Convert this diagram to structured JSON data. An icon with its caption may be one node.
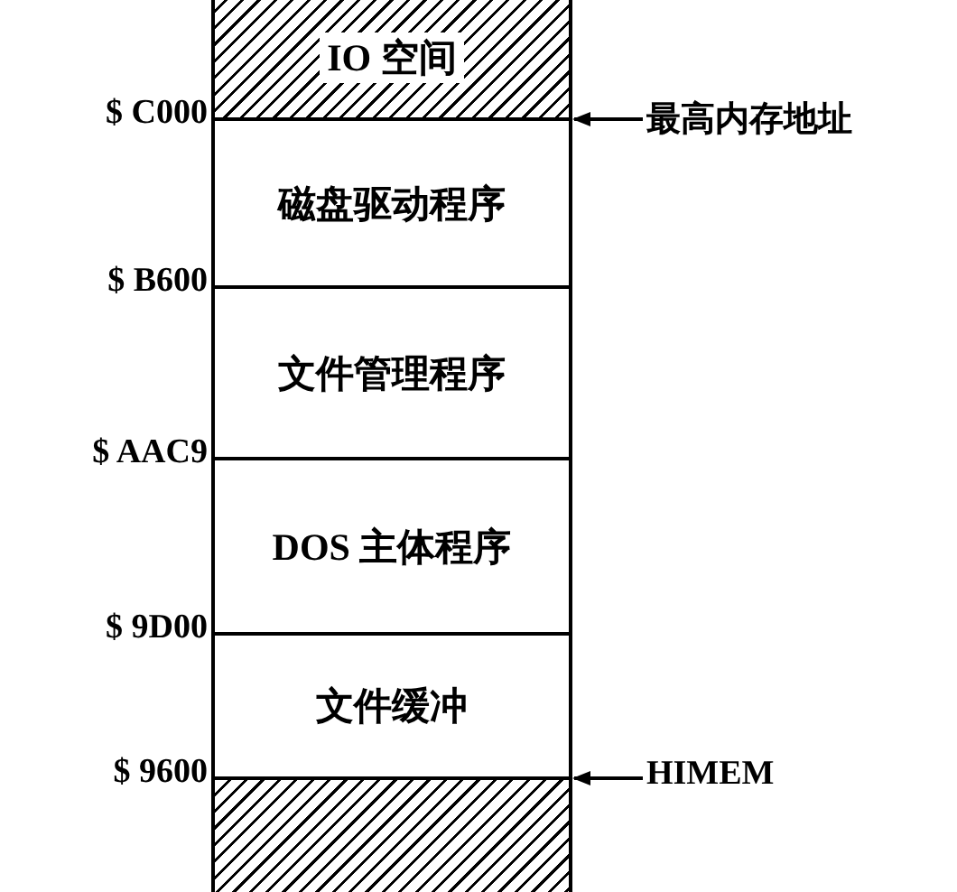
{
  "diagram": {
    "nodes": [
      {
        "text": [
          "IO 空间"
        ]
      },
      {
        "text": [
          "磁盘驱动程序"
        ]
      },
      {
        "text": [
          "文件管理程序"
        ]
      },
      {
        "text": [
          "DOS 主体程序"
        ]
      },
      {
        "text": [
          "文件缓冲"
        ]
      },
      {
        "text": [],
        "shape": "box"
      },
      {
        "text": [
          "最高内存地址"
        ]
      },
      {
        "text": [
          "HIMEM"
        ]
      }
    ],
    "edges": [
      {
        "from": 6,
        "to": 0,
        "arrow": "to"
      },
      {
        "from": 7,
        "to": 5,
        "arrow": "to"
      }
    ],
    "labels": [
      "$ C000",
      "$ B600",
      "$ AAC9",
      "$ 9D00",
      "$ 9600"
    ]
  }
}
